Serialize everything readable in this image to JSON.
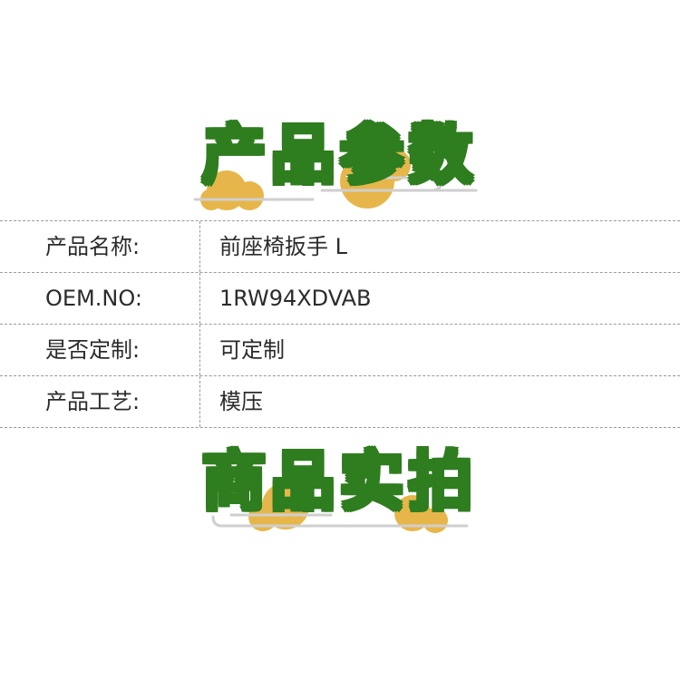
{
  "header_banner": {
    "title": "产品参数"
  },
  "spec_table": {
    "rows": [
      {
        "label": "产品名称:",
        "value": "前座椅扳手 L"
      },
      {
        "label": "OEM.NO:",
        "value": "1RW94XDVAB"
      },
      {
        "label": "是否定制:",
        "value": "可定制"
      },
      {
        "label": "产品工艺:",
        "value": "模压"
      }
    ]
  },
  "photos_banner": {
    "title": "商品实拍"
  },
  "colors": {
    "title_green": "#2e7d1f",
    "cloud_gold": "#e7b64a",
    "line_gray": "#9a9a9a"
  }
}
